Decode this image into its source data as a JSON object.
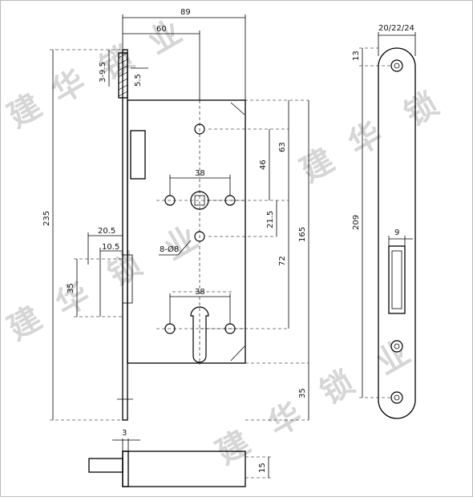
{
  "dimensions": {
    "d89": "89",
    "d60": "60",
    "d3_5": "3-9.5",
    "d5_5": "5.5",
    "d63": "63",
    "d46": "46",
    "d38_top": "38",
    "d21_5": "21.5",
    "d235": "235",
    "d165": "165",
    "d72": "72",
    "d20_5": "20.5",
    "d10_5": "10.5",
    "d8": "8-Ø8",
    "d35_left": "35",
    "d38_bottom": "38",
    "d35_bottom": "35",
    "d3": "3",
    "d15": "15",
    "d20_22_24": "20/22/24",
    "d13": "13",
    "d209": "209",
    "d9": "9"
  },
  "watermark": {
    "c1": "建",
    "c2": "华",
    "c3": "锁",
    "c4": "业"
  }
}
